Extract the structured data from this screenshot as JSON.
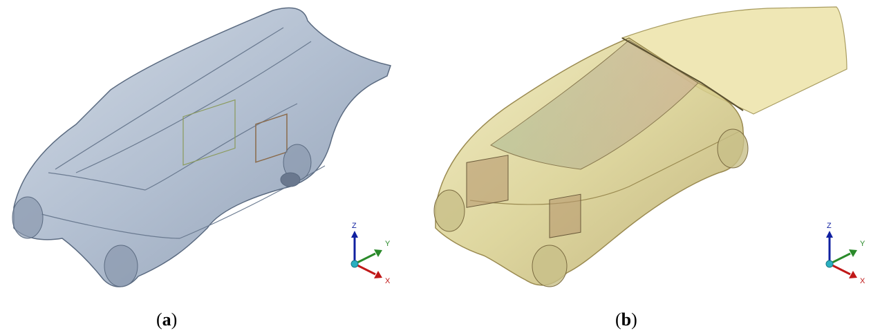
{
  "panels": [
    {
      "id": "a",
      "caption_open": "(",
      "caption_letter": "a",
      "caption_close": ")",
      "body_color": "#9fb0c6",
      "triad": {
        "z": "Z",
        "y": "Y",
        "x": "X"
      }
    },
    {
      "id": "b",
      "caption_open": "(",
      "caption_letter": "b",
      "caption_close": ")",
      "body_color": "#d8cf8e",
      "triad": {
        "z": "Z",
        "y": "Y",
        "x": "X"
      }
    }
  ],
  "colors": {
    "z_axis": "#1020a0",
    "y_axis": "#2a8a2a",
    "x_axis": "#c01818",
    "origin": "#2ab0c0",
    "edge": "#5a6a80"
  }
}
